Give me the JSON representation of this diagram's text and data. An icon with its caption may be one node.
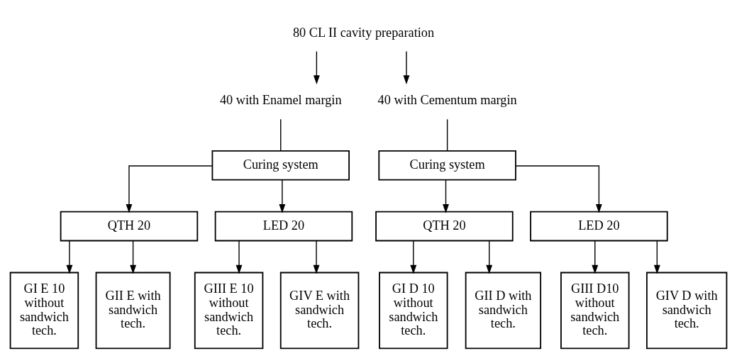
{
  "diagram": {
    "nodes": [
      {
        "text": [
          "80 CL II cavity preparation"
        ]
      },
      {
        "text": [
          "40 with Enamel margin"
        ]
      },
      {
        "text": [
          "40 with Cementum margin"
        ]
      },
      {
        "text": [
          "Curing system"
        ]
      },
      {
        "text": [
          "Curing system"
        ]
      },
      {
        "text": [
          "QTH 20"
        ]
      },
      {
        "text": [
          "LED 20"
        ]
      },
      {
        "text": [
          "QTH 20"
        ]
      },
      {
        "text": [
          "LED 20"
        ]
      },
      {
        "text": [
          "GI E 10 without sandwich tech."
        ]
      },
      {
        "text": [
          "GII E with sandwich tech."
        ]
      },
      {
        "text": [
          "GIII E 10 without sandwich tech."
        ]
      },
      {
        "text": [
          "GIV E with sandwich tech."
        ]
      },
      {
        "text": [
          "GI D 10 without sandwich tech."
        ]
      },
      {
        "text": [
          "GII D with sandwich tech."
        ]
      },
      {
        "text": [
          "GIII D10 without sandwich tech."
        ]
      },
      {
        "text": [
          "GIV D with sandwich tech."
        ]
      }
    ],
    "edges": [
      {
        "from": 0,
        "to": 1,
        "arrow": "to"
      },
      {
        "from": 0,
        "to": 2,
        "arrow": "to"
      },
      {
        "from": 1,
        "to": 3,
        "arrow": "none"
      },
      {
        "from": 2,
        "to": 4,
        "arrow": "none"
      },
      {
        "from": 3,
        "to": 5,
        "arrow": "to"
      },
      {
        "from": 3,
        "to": 6,
        "arrow": "to"
      },
      {
        "from": 4,
        "to": 7,
        "arrow": "to"
      },
      {
        "from": 4,
        "to": 8,
        "arrow": "to"
      },
      {
        "from": 5,
        "to": 9,
        "arrow": "to"
      },
      {
        "from": 5,
        "to": 10,
        "arrow": "to"
      },
      {
        "from": 6,
        "to": 11,
        "arrow": "to"
      },
      {
        "from": 6,
        "to": 12,
        "arrow": "to"
      },
      {
        "from": 7,
        "to": 13,
        "arrow": "to"
      },
      {
        "from": 7,
        "to": 14,
        "arrow": "to"
      },
      {
        "from": 8,
        "to": 15,
        "arrow": "to"
      },
      {
        "from": 8,
        "to": 16,
        "arrow": "to"
      }
    ]
  }
}
